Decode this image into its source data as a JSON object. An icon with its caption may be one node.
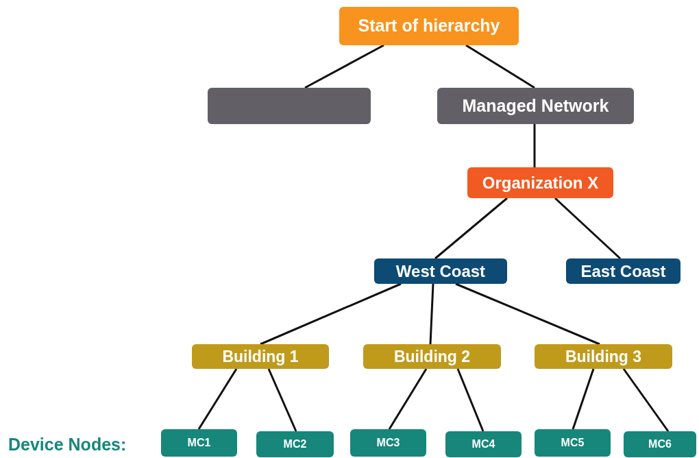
{
  "diagram": {
    "nodes": [
      {
        "text": [
          "Start of hierarchy"
        ]
      },
      {
        "text": [],
        "shape": "box"
      },
      {
        "text": [
          "Managed Network"
        ]
      },
      {
        "text": [
          "Organization X"
        ]
      },
      {
        "text": [
          "West Coast"
        ]
      },
      {
        "text": [
          "East Coast"
        ]
      },
      {
        "text": [
          "Building 1"
        ]
      },
      {
        "text": [
          "Building 2"
        ]
      },
      {
        "text": [
          "Building 3"
        ]
      },
      {
        "text": [
          "MC1"
        ]
      },
      {
        "text": [
          "MC2"
        ]
      },
      {
        "text": [
          "MC3"
        ]
      },
      {
        "text": [
          "MC4"
        ]
      },
      {
        "text": [
          "MC5"
        ]
      },
      {
        "text": [
          "MC6"
        ]
      }
    ],
    "edges": [
      {
        "from": 0,
        "to": 1,
        "arrow": "none"
      },
      {
        "from": 0,
        "to": 2,
        "arrow": "none"
      },
      {
        "from": 2,
        "to": 3,
        "arrow": "none"
      },
      {
        "from": 3,
        "to": 4,
        "arrow": "none"
      },
      {
        "from": 3,
        "to": 5,
        "arrow": "none"
      },
      {
        "from": 4,
        "to": 6,
        "arrow": "none"
      },
      {
        "from": 4,
        "to": 7,
        "arrow": "none"
      },
      {
        "from": 4,
        "to": 8,
        "arrow": "none"
      },
      {
        "from": 6,
        "to": 9,
        "arrow": "none"
      },
      {
        "from": 6,
        "to": 10,
        "arrow": "none"
      },
      {
        "from": 7,
        "to": 11,
        "arrow": "none"
      },
      {
        "from": 7,
        "to": 12,
        "arrow": "none"
      },
      {
        "from": 8,
        "to": 13,
        "arrow": "none"
      },
      {
        "from": 8,
        "to": 14,
        "arrow": "none"
      }
    ],
    "labels": [
      "Device Nodes:"
    ]
  }
}
